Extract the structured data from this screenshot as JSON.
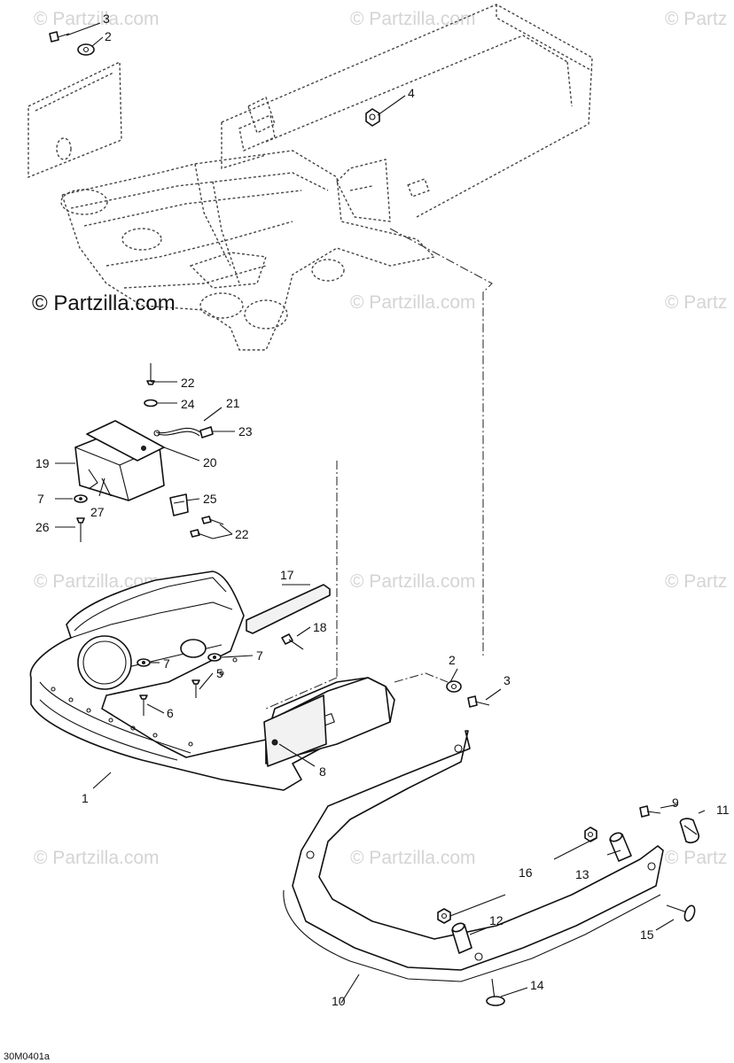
{
  "copyright": "© Partzilla.com",
  "watermark": "© Partzilla.com",
  "watermark_partial": "© Partz",
  "figure_code": "30M0401a",
  "callouts": {
    "c1": "1",
    "c2a": "2",
    "c2b": "2",
    "c3a": "3",
    "c3b": "3",
    "c4": "4",
    "c5": "5",
    "c6": "6",
    "c7a": "7",
    "c7b": "7",
    "c7c": "7",
    "c8": "8",
    "c9": "9",
    "c10": "10",
    "c11": "11",
    "c12": "12",
    "c13": "13",
    "c14": "14",
    "c15": "15",
    "c16": "16",
    "c17": "17",
    "c18": "18",
    "c19": "19",
    "c20": "20",
    "c21": "21",
    "c22a": "22",
    "c22b": "22",
    "c23": "23",
    "c24": "24",
    "c25": "25",
    "c26": "26",
    "c27": "27"
  }
}
